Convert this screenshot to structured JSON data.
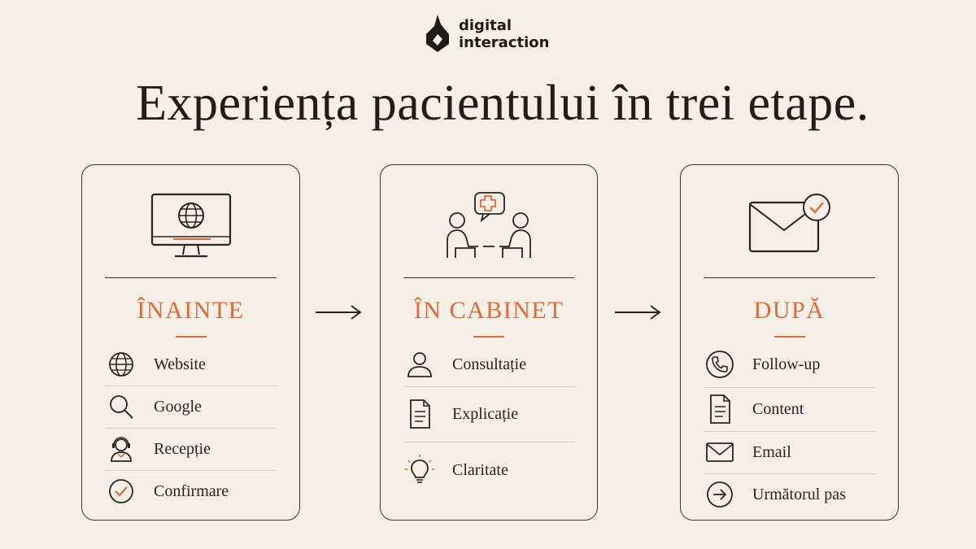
{
  "brand": {
    "line1": "digital",
    "line2": "interaction"
  },
  "headline": "Experiența pacientului în trei etape.",
  "colors": {
    "accent": "#e06a3a",
    "ink": "#2a2420",
    "background": "#f4f0e8"
  },
  "stages": [
    {
      "title": "ÎNAINTE",
      "icon": "monitor-globe-icon",
      "items": [
        {
          "label": "Website",
          "icon": "globe-icon"
        },
        {
          "label": "Google",
          "icon": "search-icon"
        },
        {
          "label": "Recepție",
          "icon": "receptionist-headset-icon"
        },
        {
          "label": "Confirmare",
          "icon": "check-circle-icon"
        }
      ]
    },
    {
      "title": "ÎN CABINET",
      "icon": "doctor-patient-consultation-icon",
      "items": [
        {
          "label": "Consultație",
          "icon": "person-icon"
        },
        {
          "label": "Explicație",
          "icon": "document-icon"
        },
        {
          "label": "Claritate",
          "icon": "lightbulb-icon"
        }
      ]
    },
    {
      "title": "DUPĂ",
      "icon": "envelope-check-icon",
      "items": [
        {
          "label": "Follow-up",
          "icon": "phone-icon"
        },
        {
          "label": "Content",
          "icon": "document-icon"
        },
        {
          "label": "Email",
          "icon": "envelope-icon"
        },
        {
          "label": "Următorul pas",
          "icon": "arrow-circle-icon"
        }
      ]
    }
  ]
}
